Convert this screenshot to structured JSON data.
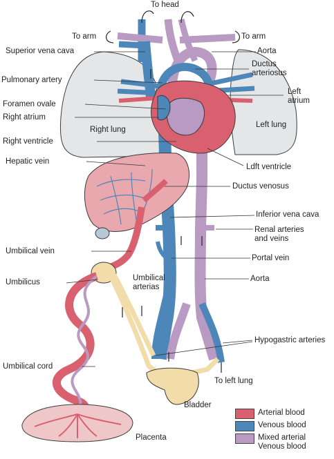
{
  "colors": {
    "arterial": "#d9606f",
    "venous": "#4d86b8",
    "mixed": "#b89ac2",
    "umbilical_artery": "#f2dcaa",
    "lung": "#e5e6e8",
    "liver": "#e9a8ae",
    "outline": "#3a3a3a"
  },
  "labels": {
    "to_head": "To head",
    "to_arm_left": "To arm",
    "to_arm_right": "To arm",
    "superior_vena_cava": "Superior vena cava",
    "aorta_top": "Aorta",
    "ductus_arteriosus": "Ductus\narteriosus",
    "pulmonary_artery": "Pulmonary artery",
    "left_atrium": "Left\natrium",
    "foramen_ovale": "Foramen ovale",
    "right_atrium": "Right atrium",
    "right_lung": "Right lung",
    "left_lung": "Left lung",
    "right_ventricle": "Right ventricle",
    "hepatic_vein": "Hepatic vein",
    "left_ventricle": "Ldft ventricle",
    "ductus_venosus": "Ductus venosus",
    "inferior_vena_cava": "Inferior vena cava",
    "renal": "Renal arteries\nand veins",
    "umbilical_vein": "Umbilical vein",
    "portal_vein": "Portal vein",
    "umbilicus": "Umbilicus",
    "umbilical_arterias": "Umbilical\narterias",
    "aorta_bottom": "Aorta",
    "hypogastric_arteries": "Hypogastric arteries",
    "umbilical_cord": "Umbilical cord",
    "to_left_lung": "To left lung",
    "bladder": "Bladder",
    "placenta": "Placenta"
  },
  "legend": [
    {
      "label": "Arterial blood",
      "color": "#d9606f"
    },
    {
      "label": "Venous blood",
      "color": "#4d86b8"
    },
    {
      "label": "Mixed arterial\nVenous blood",
      "color": "#b89ac2"
    }
  ]
}
